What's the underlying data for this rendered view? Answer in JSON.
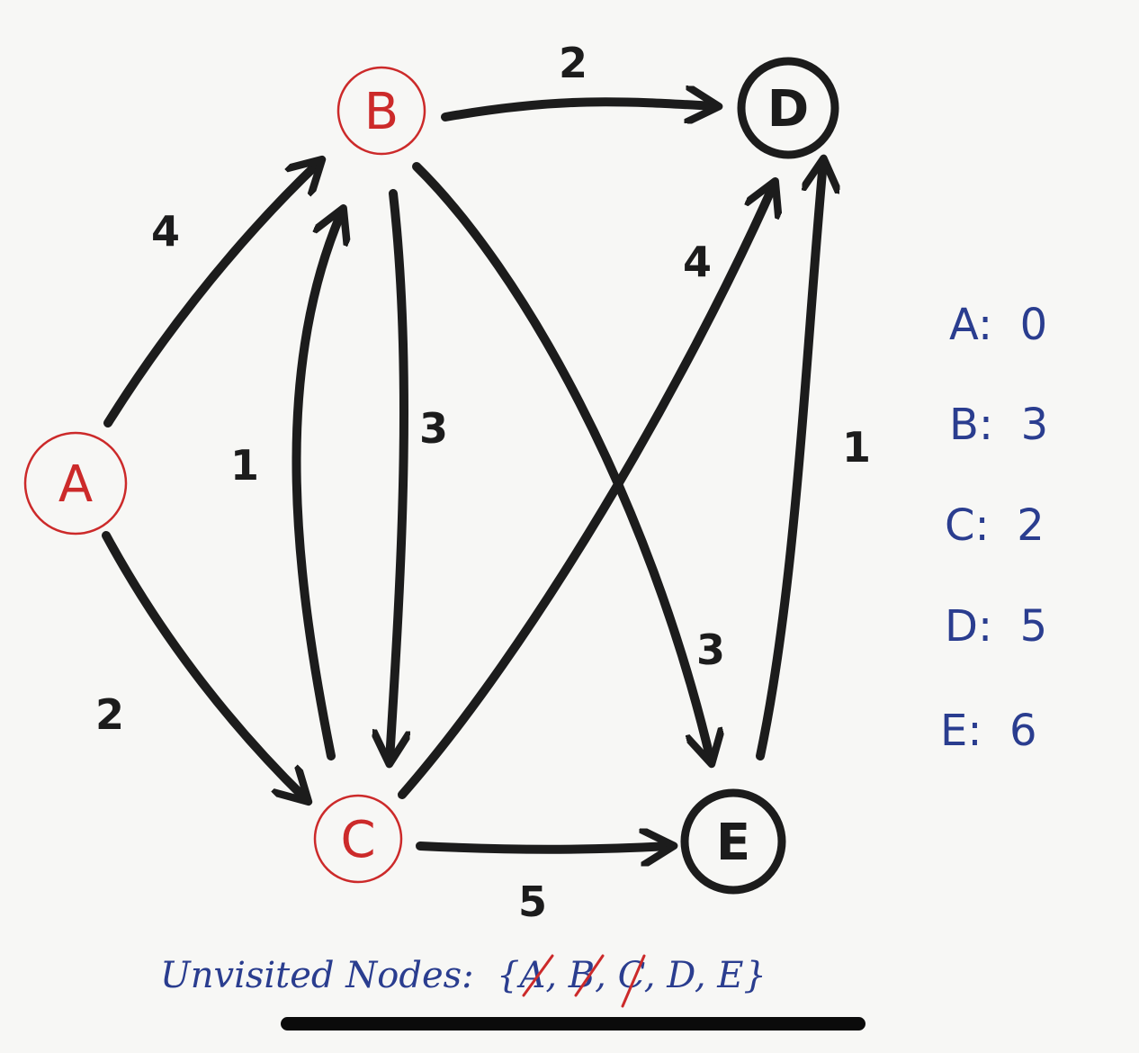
{
  "nodes": {
    "A": {
      "label": "A"
    },
    "B": {
      "label": "B"
    },
    "C": {
      "label": "C"
    },
    "D": {
      "label": "D"
    },
    "E": {
      "label": "E"
    }
  },
  "edges": [
    {
      "from": "A",
      "to": "B",
      "weight": "4"
    },
    {
      "from": "A",
      "to": "C",
      "weight": "2"
    },
    {
      "from": "C",
      "to": "B",
      "weight": "1"
    },
    {
      "from": "B",
      "to": "C",
      "weight": "3"
    },
    {
      "from": "B",
      "to": "D",
      "weight": "2"
    },
    {
      "from": "B",
      "to": "E",
      "weight": "3"
    },
    {
      "from": "C",
      "to": "D",
      "weight": "4"
    },
    {
      "from": "C",
      "to": "E",
      "weight": "5"
    },
    {
      "from": "E",
      "to": "D",
      "weight": "1"
    }
  ],
  "distances": [
    {
      "text": "A:  0"
    },
    {
      "text": "B:  3"
    },
    {
      "text": "C:  2"
    },
    {
      "text": "D:  5"
    },
    {
      "text": "E:  6"
    }
  ],
  "unvisited": {
    "label": "Unvisited Nodes:",
    "set": "{A, B, C, D, E}"
  },
  "colors": {
    "visited": "#cc2a2a",
    "unvisited": "#1c1c1c",
    "ink_blue": "#2a3d8f"
  }
}
